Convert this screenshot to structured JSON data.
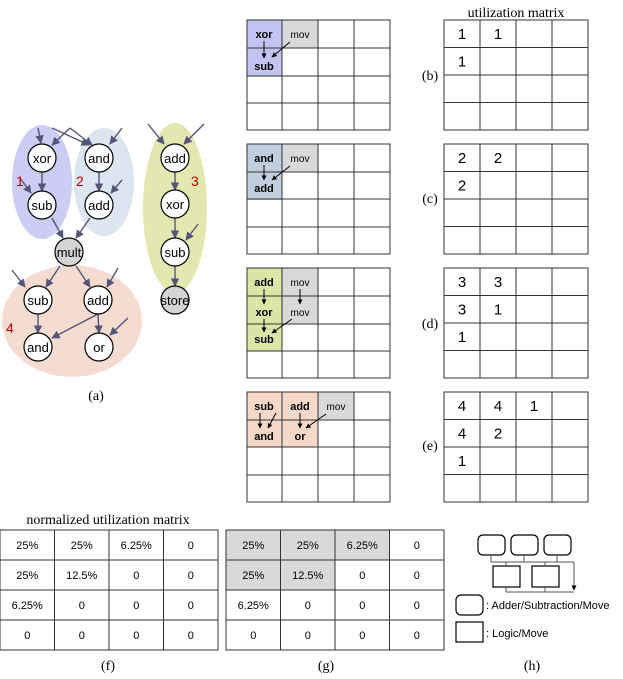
{
  "dfg": {
    "nodes": {
      "xor1": "xor",
      "sub1": "sub",
      "and1": "and",
      "add1": "add",
      "add2": "add",
      "xor2": "xor",
      "sub2": "sub",
      "store": "store",
      "mult": "mult",
      "sub3": "sub",
      "add3": "add",
      "and2": "and",
      "or1": "or"
    },
    "groups": [
      "1",
      "2",
      "3",
      "4"
    ]
  },
  "captions": {
    "a": "(a)",
    "b": "(b)",
    "c": "(c)",
    "d": "(d)",
    "e": "(e)",
    "f": "(f)",
    "g": "(g)",
    "h": "(h)"
  },
  "titles": {
    "utilization": "utilization matrix",
    "normalized": "normalized utilization matrix"
  },
  "pe_grids": {
    "b": {
      "cells": [
        "xor",
        "mov",
        "sub"
      ]
    },
    "c": {
      "cells": [
        "and",
        "mov",
        "add"
      ]
    },
    "d": {
      "cells": [
        "add",
        "mov",
        "xor",
        "mov",
        "sub"
      ]
    },
    "e": {
      "cells": [
        "sub",
        "add",
        "mov",
        "and",
        "or"
      ]
    }
  },
  "util": {
    "b": [
      [
        "1",
        "1",
        "",
        ""
      ],
      [
        "1",
        "",
        "",
        ""
      ],
      [
        "",
        "",
        "",
        ""
      ],
      [
        "",
        "",
        "",
        ""
      ]
    ],
    "c": [
      [
        "2",
        "2",
        "",
        ""
      ],
      [
        "2",
        "",
        "",
        ""
      ],
      [
        "",
        "",
        "",
        ""
      ],
      [
        "",
        "",
        "",
        ""
      ]
    ],
    "d": [
      [
        "3",
        "3",
        "",
        ""
      ],
      [
        "3",
        "1",
        "",
        ""
      ],
      [
        "1",
        "",
        "",
        ""
      ],
      [
        "",
        "",
        "",
        ""
      ]
    ],
    "e": [
      [
        "4",
        "4",
        "1",
        ""
      ],
      [
        "4",
        "2",
        "",
        ""
      ],
      [
        "1",
        "",
        "",
        ""
      ],
      [
        "",
        "",
        "",
        ""
      ]
    ]
  },
  "norm_f": [
    [
      "25%",
      "25%",
      "6.25%",
      "0"
    ],
    [
      "25%",
      "12.5%",
      "0",
      "0"
    ],
    [
      "6.25%",
      "0",
      "0",
      "0"
    ],
    [
      "0",
      "0",
      "0",
      "0"
    ]
  ],
  "norm_g": [
    [
      "25%",
      "25%",
      "6.25%",
      "0"
    ],
    [
      "25%",
      "12.5%",
      "0",
      "0"
    ],
    [
      "6.25%",
      "0",
      "0",
      "0"
    ],
    [
      "0",
      "0",
      "0",
      "0"
    ]
  ],
  "legend": {
    "adder": ": Adder/Subtraction/Move",
    "logic": ": Logic/Move"
  },
  "colors": {
    "blue_group": "#ccccf4",
    "lightblue_group": "#dce6f0",
    "green_group": "#e2e8b0",
    "peach_group": "#f6dcd0",
    "xor_cell": "#c4c4f2",
    "and_cell": "#c0cede",
    "add_cell": "#dbe6a6",
    "sub_cell": "#f6d8c8",
    "mov_cell": "#d9d9d9",
    "gray_node": "#d4d4d4",
    "arrow": "#55557a"
  }
}
